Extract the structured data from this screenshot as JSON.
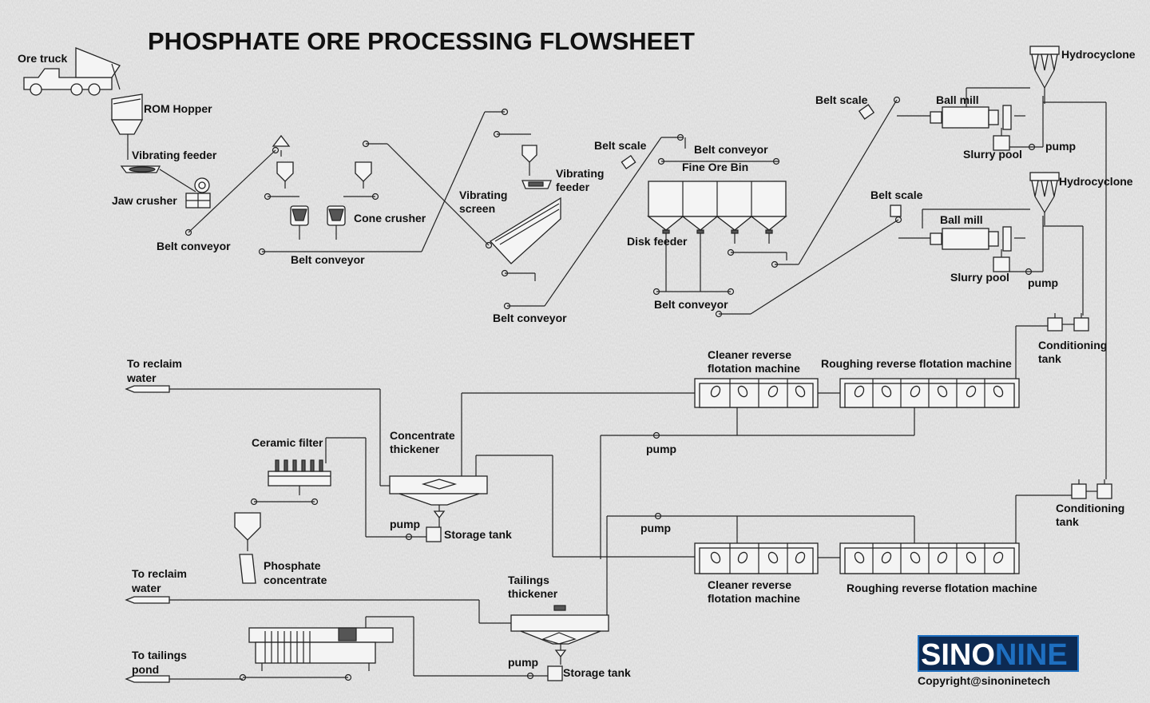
{
  "title": "PHOSPHATE ORE PROCESSING FLOWSHEET",
  "labels": {
    "ore_truck": "Ore truck",
    "rom_hopper": "ROM Hopper",
    "vibrating_feeder_1": "Vibrating feeder",
    "jaw_crusher": "Jaw crusher",
    "belt_conveyor_1": "Belt conveyor",
    "cone_crusher": "Cone crusher",
    "belt_conveyor_2": "Belt conveyor",
    "vibrating_screen_1": "Vibrating",
    "vibrating_screen_2": "screen",
    "vibrating_feeder_2a": "Vibrating",
    "vibrating_feeder_2b": "feeder",
    "belt_conveyor_3": "Belt conveyor",
    "belt_scale_1": "Belt scale",
    "belt_conveyor_4": "Belt conveyor",
    "fine_ore_bin": "Fine Ore Bin",
    "disk_feeder": "Disk feeder",
    "belt_conveyor_5": "Belt conveyor",
    "belt_scale_2": "Belt scale",
    "ball_mill_1": "Ball mill",
    "slurry_pool_1": "Slurry pool",
    "pump_1": "pump",
    "hydrocyclone_1": "Hydrocyclone",
    "belt_scale_3": "Belt scale",
    "ball_mill_2": "Ball mill",
    "slurry_pool_2": "Slurry pool",
    "pump_2": "pump",
    "hydrocyclone_2": "Hydrocyclone",
    "conditioning_tank_1a": "Conditioning",
    "conditioning_tank_1b": "tank",
    "roughing_1": "Roughing reverse flotation machine",
    "cleaner_1a": "Cleaner reverse",
    "cleaner_1b": "flotation machine",
    "to_reclaim_1a": "To reclaim",
    "to_reclaim_1b": "water",
    "ceramic_filter": "Ceramic filter",
    "concentrate_thickener_a": "Concentrate",
    "concentrate_thickener_b": "thickener",
    "pump_3": "pump",
    "pump_4": "pump",
    "storage_tank_1": "Storage tank",
    "phosphate_conc_a": "Phosphate",
    "phosphate_conc_b": "concentrate",
    "conditioning_tank_2a": "Conditioning",
    "conditioning_tank_2b": "tank",
    "pump_5": "pump",
    "cleaner_2a": "Cleaner reverse",
    "cleaner_2b": "flotation machine",
    "roughing_2": "Roughing reverse flotation machine",
    "to_reclaim_2a": "To reclaim",
    "to_reclaim_2b": "water",
    "tailings_thickener_a": "Tailings",
    "tailings_thickener_b": "thickener",
    "to_tailings_a": "To tailings",
    "to_tailings_b": "pond",
    "pump_6": "pump",
    "storage_tank_2": "Storage tank"
  },
  "logo": {
    "part1": "SINO",
    "part2": "NINE",
    "color1": "#ffffff",
    "color2": "#1e6fc0"
  },
  "copyright": "Copyright@sinoninetech"
}
